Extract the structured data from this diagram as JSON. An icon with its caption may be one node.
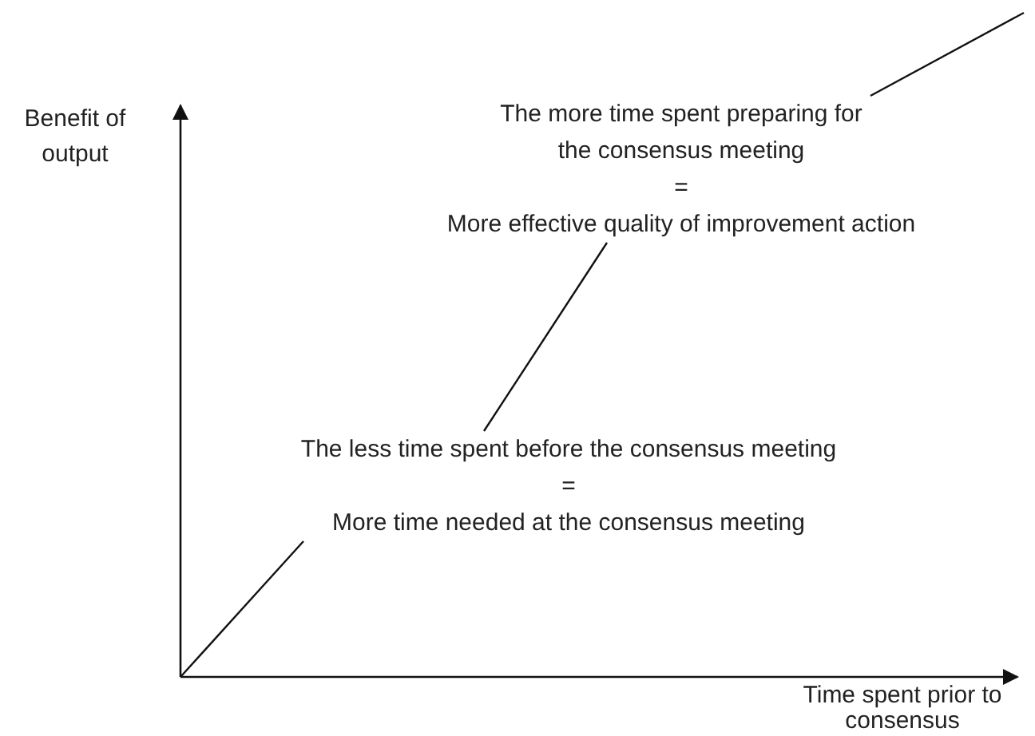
{
  "diagram": {
    "nodes": [
      {
        "text": [
          "The less time spent before the consensus meeting",
          "=",
          "More time needed at the consensus meeting"
        ]
      },
      {
        "text": [
          "The more time spent preparing for the consensus meeting",
          "=",
          "More effective quality of improvement action"
        ]
      }
    ],
    "edges": [
      {
        "from": null,
        "to": 0,
        "arrow": "none"
      },
      {
        "from": 0,
        "to": 1,
        "arrow": "none"
      },
      {
        "from": 1,
        "to": null,
        "arrow": "none"
      }
    ],
    "labels": [
      "Benefit of output",
      "Time spent prior to consensus"
    ]
  }
}
